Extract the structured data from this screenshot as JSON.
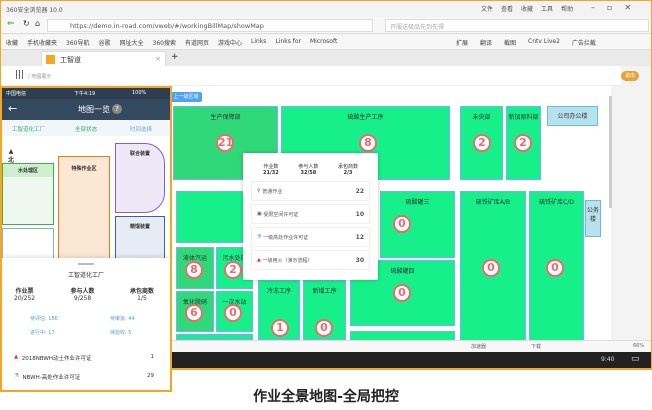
{
  "browser": {
    "title": "360安全浏览器 10.0",
    "menu": [
      "文件",
      "查看",
      "收藏",
      "工具",
      "帮助"
    ],
    "url": "https://demo.in-road.com/vweb/#/workingBillMap/showMap",
    "search_placeholder": "开服送极品先到先得",
    "bookmarks": [
      "收藏",
      "手机收藏夹",
      "360导航",
      "谷歌",
      "网址大全",
      "360搜索",
      "有道网页",
      "游戏中心",
      "Links",
      "Links for",
      "Microsoft"
    ],
    "extensions": [
      "扩展",
      "翻译",
      "截图",
      "Cntv Live2",
      "广告拦截"
    ],
    "tab": "工智道"
  },
  "app": {
    "breadcrumb": "/ 地图展示",
    "header_button": "退出",
    "back_button": "上一级区域",
    "blocks": [
      {
        "name": "生产保障部",
        "count": "21"
      },
      {
        "name": "硫酸生产工序",
        "count": "8"
      },
      {
        "name": "未央部",
        "count": "2"
      },
      {
        "name": "新加原料部",
        "count": "2"
      },
      {
        "name": "公司办公楼"
      },
      {
        "name": "硫酸罐三",
        "count": "0"
      },
      {
        "name": "硫酸罐四",
        "count": "0"
      },
      {
        "name": "硫铁矿库A/B",
        "count": "0"
      },
      {
        "name": "硫铁矿库C/D",
        "count": "0"
      },
      {
        "name": "公务楼"
      },
      {
        "name": "液体汽运",
        "count": "8"
      },
      {
        "name": "污水处理",
        "count": "2"
      },
      {
        "name": "氧化脱硝",
        "count": "6"
      },
      {
        "name": "一次水站",
        "count": "0"
      },
      {
        "name": "冷冻工序",
        "count": "1"
      },
      {
        "name": "新增工序",
        "count": "0"
      }
    ],
    "popup": {
      "stats": [
        {
          "label": "作业数",
          "value": "21/32"
        },
        {
          "label": "参与人数",
          "value": "32/58"
        },
        {
          "label": "承包商数",
          "value": "2/3"
        }
      ],
      "rows": [
        {
          "icon": "worker-icon",
          "label": "普通作业",
          "value": "22"
        },
        {
          "icon": "confined-space-icon",
          "label": "受限空间许可证",
          "value": "10"
        },
        {
          "icon": "height-icon",
          "label": "一级高处作业许可证",
          "value": "12"
        },
        {
          "icon": "fire-icon",
          "label": "一级用火（演示流程）",
          "value": "30"
        }
      ]
    }
  },
  "status": {
    "items": [
      "加速器",
      "下载",
      "66%"
    ],
    "time": "9:40"
  },
  "phone": {
    "carrier": "中国电信",
    "time": "下午4:19",
    "battery": "100%",
    "title": "地图一览",
    "filters": [
      "工智道化工厂",
      "全部状态",
      "时间选择"
    ],
    "north": "北",
    "zones": [
      "水处理区",
      "特殊作业区",
      "联合装置",
      "精馏装置"
    ],
    "sheet": {
      "title": "工智道化工厂",
      "stats": [
        {
          "label": "作业票",
          "value": "20/252"
        },
        {
          "label": "参与人数",
          "value": "9/258"
        },
        {
          "label": "承包商数",
          "value": "1/5"
        }
      ],
      "states": [
        {
          "label": "待评估",
          "value": "186"
        },
        {
          "label": "待审批",
          "value": "44"
        },
        {
          "label": "进行中",
          "value": "17"
        },
        {
          "label": "待验收",
          "value": "5"
        }
      ],
      "permits": [
        {
          "icon": "fire-icon",
          "label": "2018NBWH动土作业许可证",
          "value": "1"
        },
        {
          "icon": "height-icon",
          "label": "NBWH-高处作业许可证",
          "value": "29"
        }
      ]
    }
  },
  "caption": "作业全景地图-全局把控",
  "colors": {
    "block": "#17f08a",
    "accent": "#f5a623",
    "badge": "#ef6b6b",
    "phone_header": "#34495e"
  }
}
